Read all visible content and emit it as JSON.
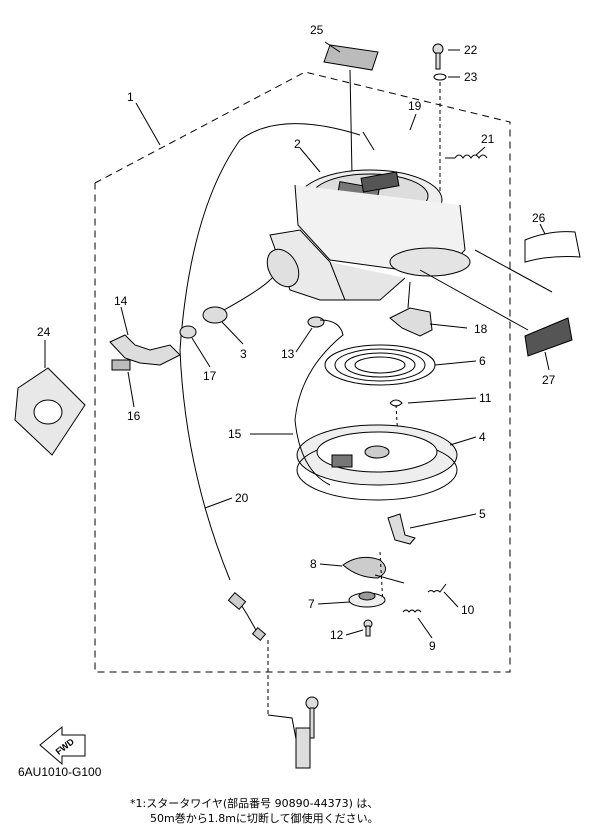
{
  "callouts": [
    {
      "id": "c25",
      "text": "25"
    },
    {
      "id": "c22",
      "text": "22"
    },
    {
      "id": "c23",
      "text": "23"
    },
    {
      "id": "c1",
      "text": "1"
    },
    {
      "id": "c19",
      "text": "19"
    },
    {
      "id": "c21",
      "text": "21"
    },
    {
      "id": "c2",
      "text": "2"
    },
    {
      "id": "c26",
      "text": "26"
    },
    {
      "id": "c14",
      "text": "14"
    },
    {
      "id": "c24",
      "text": "24"
    },
    {
      "id": "c18",
      "text": "18"
    },
    {
      "id": "c13",
      "text": "13"
    },
    {
      "id": "c3",
      "text": "3"
    },
    {
      "id": "c17",
      "text": "17"
    },
    {
      "id": "c27",
      "text": "27"
    },
    {
      "id": "c6",
      "text": "6"
    },
    {
      "id": "c16",
      "text": "16"
    },
    {
      "id": "c11",
      "text": "11"
    },
    {
      "id": "c15",
      "text": "15"
    },
    {
      "id": "c4",
      "text": "4"
    },
    {
      "id": "c20",
      "text": "20"
    },
    {
      "id": "c5",
      "text": "5"
    },
    {
      "id": "c8",
      "text": "8"
    },
    {
      "id": "c7",
      "text": "7"
    },
    {
      "id": "c10",
      "text": "10"
    },
    {
      "id": "c12",
      "text": "12"
    },
    {
      "id": "c9",
      "text": "9"
    }
  ],
  "fwd_label": "FWD",
  "ref_code": "6AU1010-G100",
  "footnote_line1": "*1:スタータワイヤ(部品番号 90890-44373) は、",
  "footnote_line2": "50m巻から1.8mに切断して御使用ください。"
}
